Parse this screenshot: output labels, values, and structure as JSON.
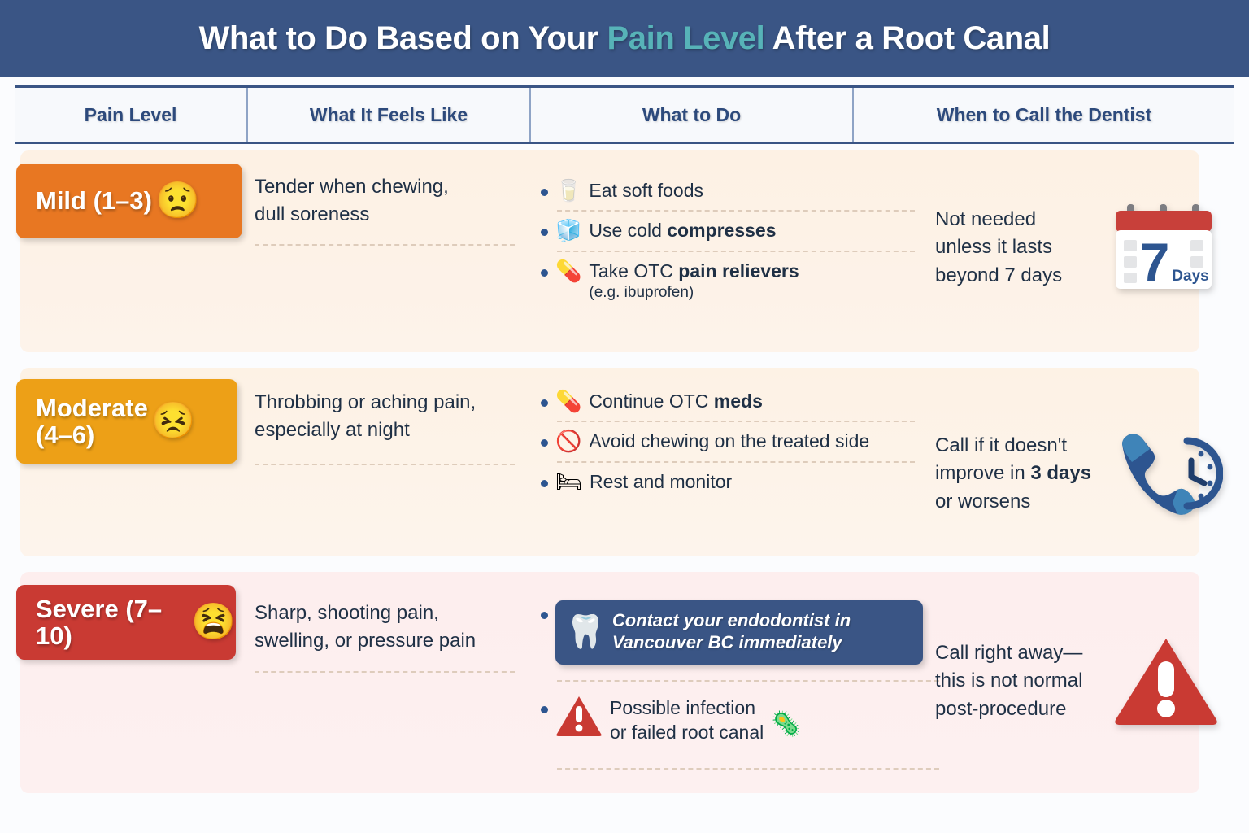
{
  "title": {
    "part1": "What to Do Based on Your ",
    "accent": "Pain Level",
    "part2": " After a Root Canal",
    "accent_color": "#57b3b8",
    "bar_color": "#3a5585"
  },
  "table": {
    "headers": [
      {
        "label": "Pain Level"
      },
      {
        "label": "What It Feels Like"
      },
      {
        "label": "What to Do"
      },
      {
        "label": "When to Call the Dentist"
      }
    ],
    "rows": [
      {
        "id": "mild",
        "badge_label": "Mild (1–3)",
        "badge_emoji": "😟",
        "badge_emoji_name": "worried-face-emoji",
        "badge_color": "#e87722",
        "row_background": "#fdf2e9",
        "feels_like": "Tender when chewing,\ndull soreness",
        "actions": [
          {
            "icon": "🥛",
            "icon_name": "glass-of-milk-icon",
            "text": "Eat soft foods",
            "bold_part": "",
            "sub": ""
          },
          {
            "icon": "🧊",
            "icon_name": "ice-cube-icon",
            "text": "Use cold ",
            "bold_part": "compresses",
            "sub": ""
          },
          {
            "icon": "💊",
            "icon_name": "pill-bottle-icon",
            "text": "Take OTC ",
            "bold_part": "pain relievers",
            "sub": "(e.g. ibuprofen)"
          }
        ],
        "when_to_call": "Not needed\nunless it lasts\nbeyond 7 days",
        "when_bold": "",
        "when_icon_name": "calendar-7-days-icon",
        "calendar_number": "7",
        "calendar_unit": "Days"
      },
      {
        "id": "moderate",
        "badge_label": "Moderate\n(4–6)",
        "badge_emoji": "😣",
        "badge_emoji_name": "persevering-face-emoji",
        "badge_color": "#eda017",
        "row_background": "#fdf3ea",
        "feels_like": "Throbbing or aching pain,\nespecially at night",
        "actions": [
          {
            "icon": "💊",
            "icon_name": "blister-pack-icon",
            "text": "Continue OTC ",
            "bold_part": "meds",
            "sub": ""
          },
          {
            "icon": "🚫",
            "icon_name": "no-chewing-icon",
            "text": "Avoid chewing on the treated side",
            "bold_part": "",
            "sub": ""
          },
          {
            "icon": "🛏",
            "icon_name": "bed-rest-icon",
            "text": "Rest and monitor",
            "bold_part": "",
            "sub": ""
          }
        ],
        "when_to_call_pre": "Call if it doesn't\nimprove in ",
        "when_bold": "3 days",
        "when_to_call_post": "\nor worsens",
        "when_icon_name": "phone-clock-icon"
      },
      {
        "id": "severe",
        "badge_label": "Severe (7–10)",
        "badge_emoji": "😫",
        "badge_emoji_name": "anguished-face-emoji",
        "badge_color": "#c93a33",
        "row_background": "#fdeeee",
        "feels_like": "Sharp, shooting pain,\nswelling, or pressure pain",
        "callout": {
          "icon": "🦷",
          "icon_name": "tooth-icon",
          "text": "Contact your endodontist in\nVancouver BC immediately",
          "background": "#3a5585"
        },
        "actions": [
          {
            "icon": "⚠",
            "icon_name": "warning-triangle-icon",
            "text": "Possible infection\nor failed root canal",
            "trailing_icon": "🦠",
            "trailing_icon_name": "microbe-icon"
          }
        ],
        "when_to_call": "Call right away—\nthis is not normal\npost-procedure",
        "when_bold": "",
        "when_icon_name": "warning-triangle-large-icon"
      }
    ]
  }
}
